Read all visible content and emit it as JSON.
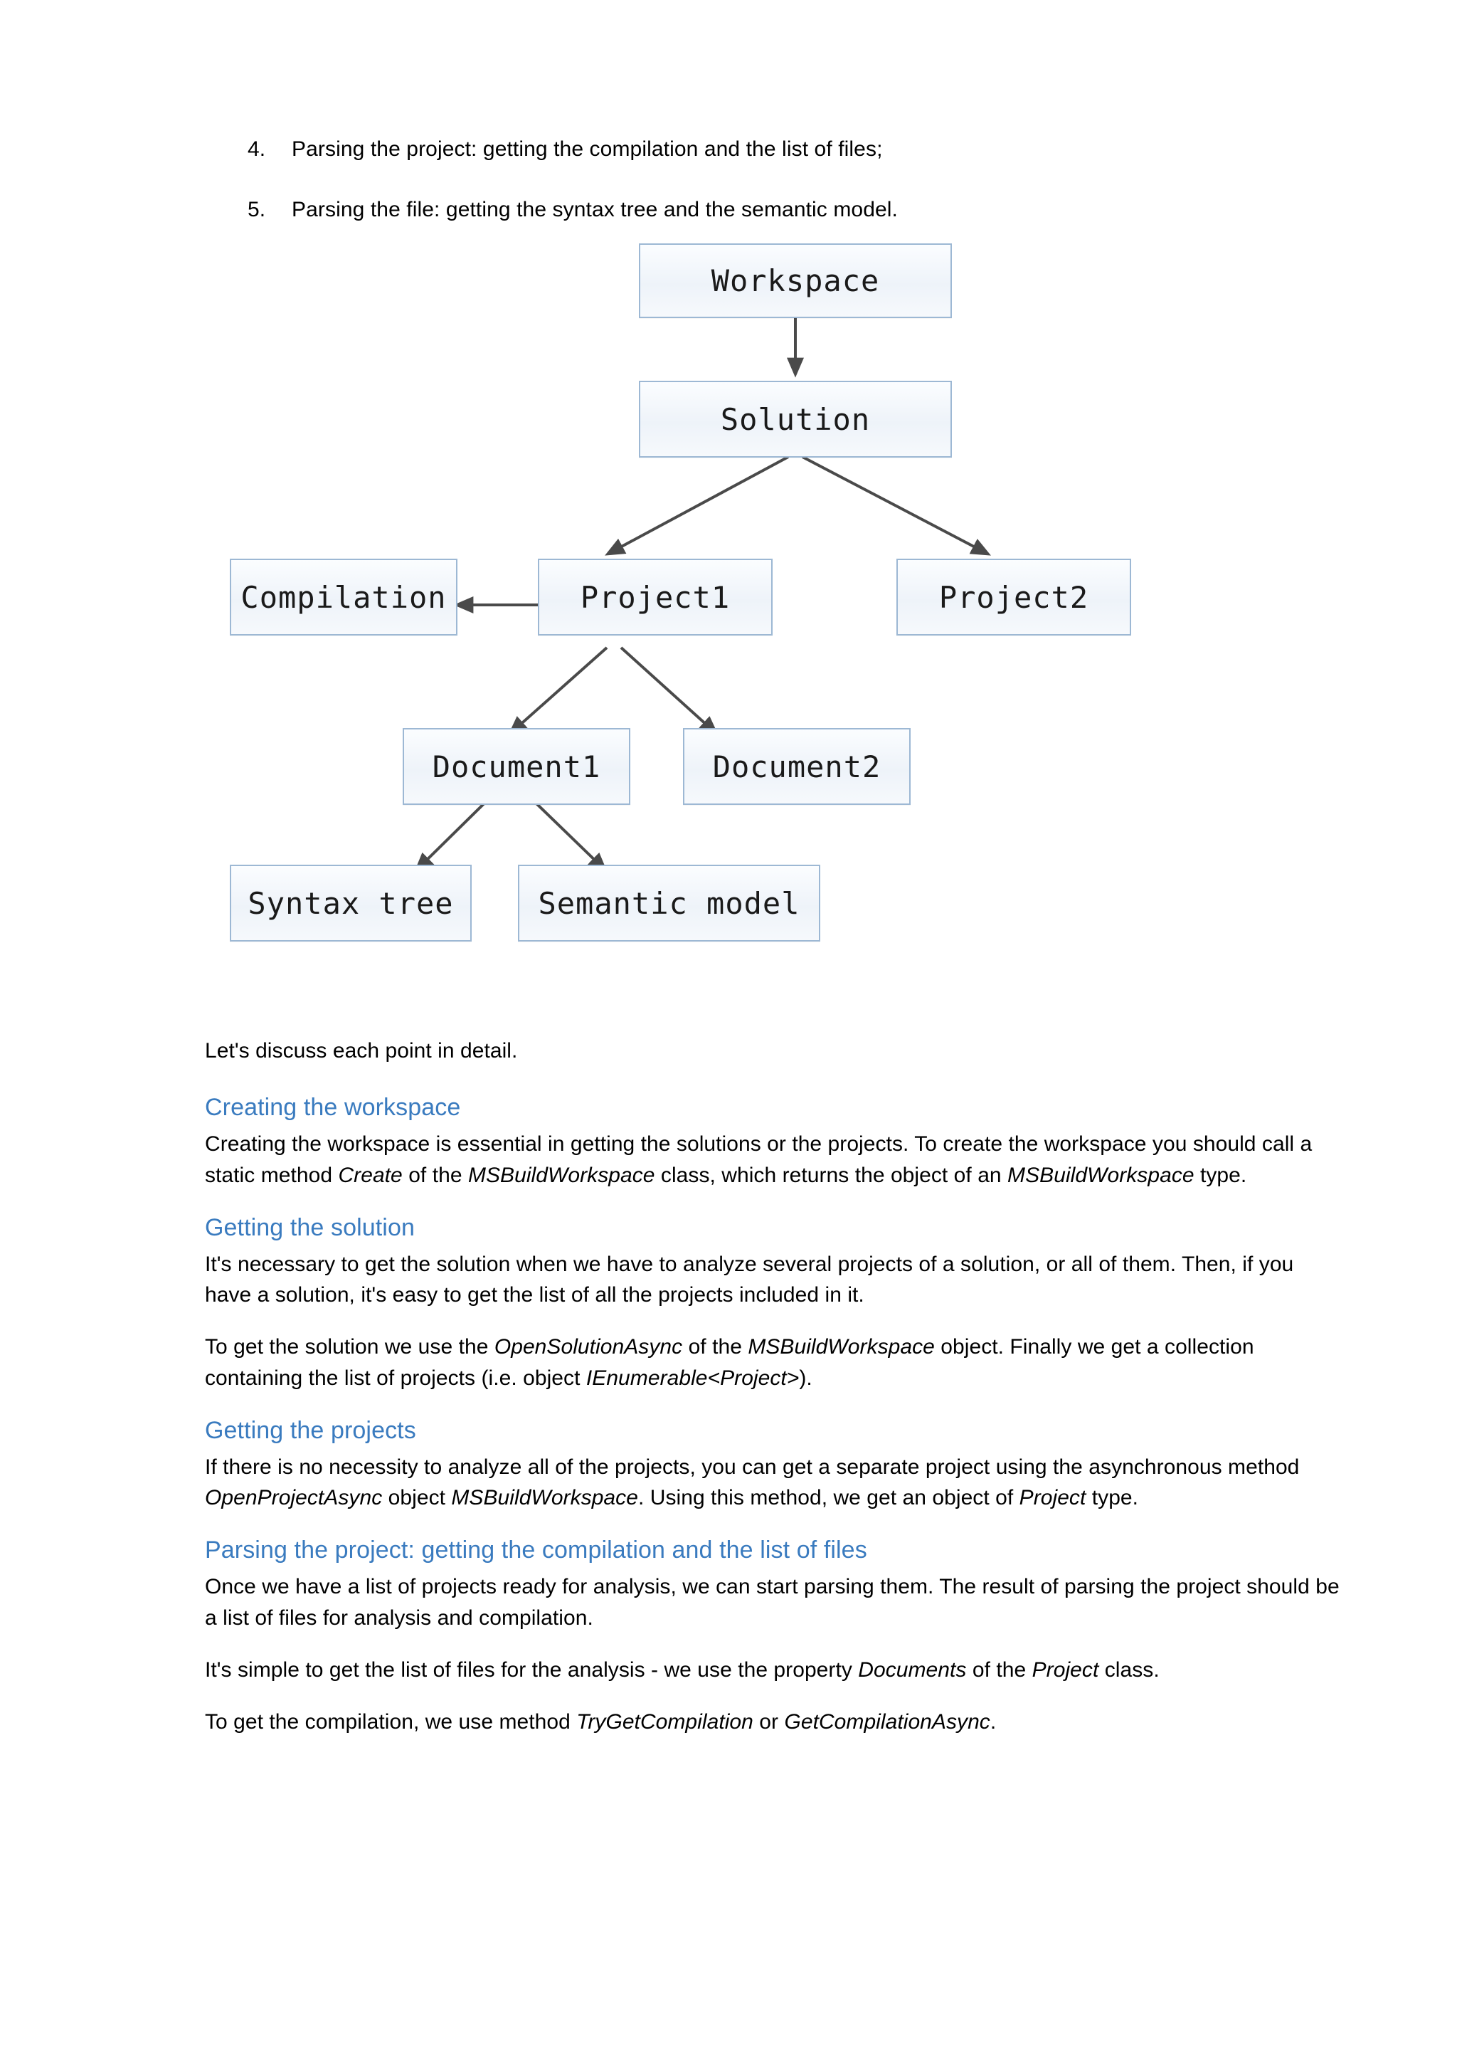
{
  "colors": {
    "heading": "#3a7bbf",
    "node_border": "#9db8d4",
    "node_fill": "#f2f5f9",
    "arrow": "#4a4a4a",
    "text": "#000000",
    "page_background": "#ffffff"
  },
  "list": {
    "items": [
      {
        "marker": "4.",
        "text": "Parsing the project: getting the compilation and the list of files;"
      },
      {
        "marker": "5.",
        "text": "Parsing the file: getting the syntax tree and the semantic model."
      }
    ]
  },
  "diagram": {
    "type": "tree",
    "nodes": [
      {
        "id": "workspace",
        "label": "Workspace"
      },
      {
        "id": "solution",
        "label": "Solution"
      },
      {
        "id": "compilation",
        "label": "Compilation"
      },
      {
        "id": "project1",
        "label": "Project1"
      },
      {
        "id": "project2",
        "label": "Project2"
      },
      {
        "id": "document1",
        "label": "Document1"
      },
      {
        "id": "document2",
        "label": "Document2"
      },
      {
        "id": "syntaxtree",
        "label": "Syntax tree"
      },
      {
        "id": "semanticmodel",
        "label": "Semantic model"
      }
    ],
    "edges": [
      {
        "from": "workspace",
        "to": "solution"
      },
      {
        "from": "solution",
        "to": "project1"
      },
      {
        "from": "solution",
        "to": "project2"
      },
      {
        "from": "project1",
        "to": "compilation"
      },
      {
        "from": "project1",
        "to": "document1"
      },
      {
        "from": "project1",
        "to": "document2"
      },
      {
        "from": "document1",
        "to": "syntaxtree"
      },
      {
        "from": "document1",
        "to": "semanticmodel"
      }
    ]
  },
  "body": {
    "intro": "Let's discuss each point in detail.",
    "sections": [
      {
        "heading": "Creating the workspace",
        "paragraphs": [
          {
            "runs": [
              {
                "t": "Creating the workspace is essential in getting the solutions or the projects. To create the workspace you should call a static method "
              },
              {
                "t": "Create",
                "i": true
              },
              {
                "t": " of the "
              },
              {
                "t": "MSBuildWorkspace",
                "i": true
              },
              {
                "t": " class, which returns the object of an "
              },
              {
                "t": "MSBuildWorkspace",
                "i": true
              },
              {
                "t": " type."
              }
            ]
          }
        ]
      },
      {
        "heading": "Getting the solution",
        "paragraphs": [
          {
            "runs": [
              {
                "t": "It's necessary to get the solution when we have to analyze several projects of a solution, or all of them. Then, if you have a solution, it's easy to get the list of all the projects included in it."
              }
            ]
          },
          {
            "runs": [
              {
                "t": "To get the solution we use the "
              },
              {
                "t": "OpenSolutionAsync",
                "i": true
              },
              {
                "t": " of the "
              },
              {
                "t": "MSBuildWorkspace",
                "i": true
              },
              {
                "t": " object. Finally we get a collection containing the list of projects (i.e. object "
              },
              {
                "t": "IEnumerable<Project>",
                "i": true
              },
              {
                "t": ")."
              }
            ]
          }
        ]
      },
      {
        "heading": "Getting the projects",
        "paragraphs": [
          {
            "runs": [
              {
                "t": "If there is no necessity to analyze all of the projects, you can get a separate project using the asynchronous method "
              },
              {
                "t": "OpenProjectAsync",
                "i": true
              },
              {
                "t": " object "
              },
              {
                "t": "MSBuildWorkspace",
                "i": true
              },
              {
                "t": ". Using this method, we get an object of "
              },
              {
                "t": "Project",
                "i": true
              },
              {
                "t": " type."
              }
            ]
          }
        ]
      },
      {
        "heading": "Parsing the project: getting the compilation and the list of files",
        "paragraphs": [
          {
            "runs": [
              {
                "t": "Once we have a list of projects ready for analysis, we can start parsing them. The result of parsing the project should be a list of files for analysis and compilation."
              }
            ]
          },
          {
            "runs": [
              {
                "t": "It's simple to get the list of files for the analysis - we use the property "
              },
              {
                "t": "Documents",
                "i": true
              },
              {
                "t": " of the "
              },
              {
                "t": "Project",
                "i": true
              },
              {
                "t": " class."
              }
            ]
          },
          {
            "runs": [
              {
                "t": "To get the compilation, we use method "
              },
              {
                "t": "TryGetCompilation",
                "i": true
              },
              {
                "t": " or "
              },
              {
                "t": "GetCompilationAsync",
                "i": true
              },
              {
                "t": "."
              }
            ]
          }
        ]
      }
    ]
  }
}
